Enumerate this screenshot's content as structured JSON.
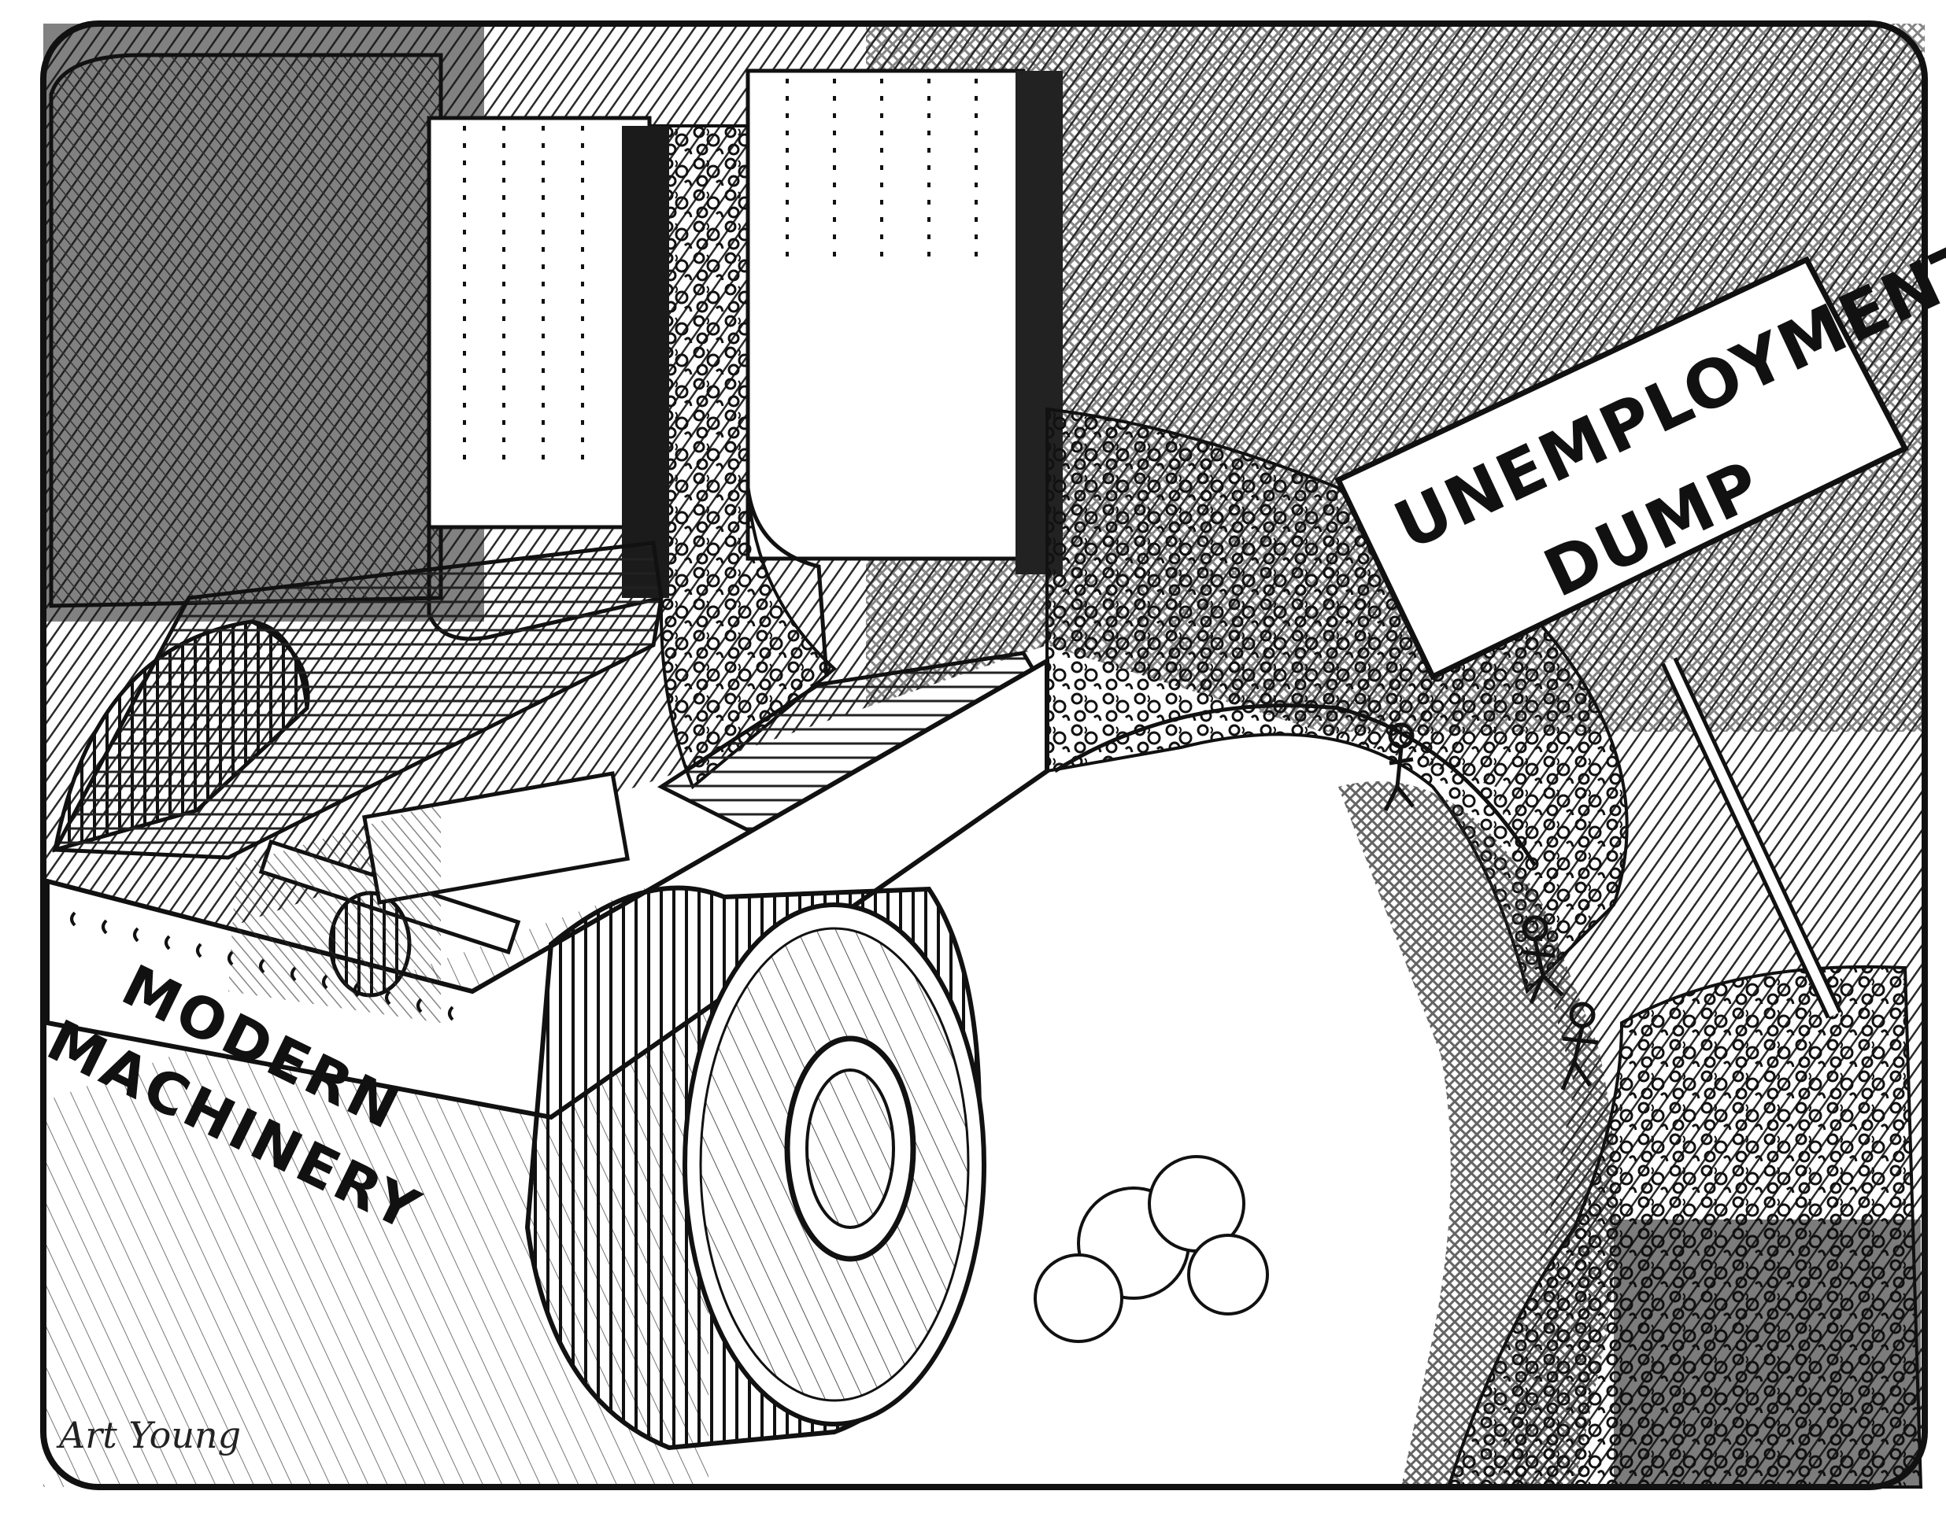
{
  "cartoon": {
    "sign": {
      "line1": "UNEMPLOYMENT",
      "line2": "DUMP"
    },
    "machine_label": {
      "line1": "MODERN",
      "line2": "MACHINERY"
    },
    "signature": "Art Young"
  },
  "colors": {
    "ink": "#111111",
    "paper": "#ffffff",
    "hatch": "#3a3a3a"
  }
}
